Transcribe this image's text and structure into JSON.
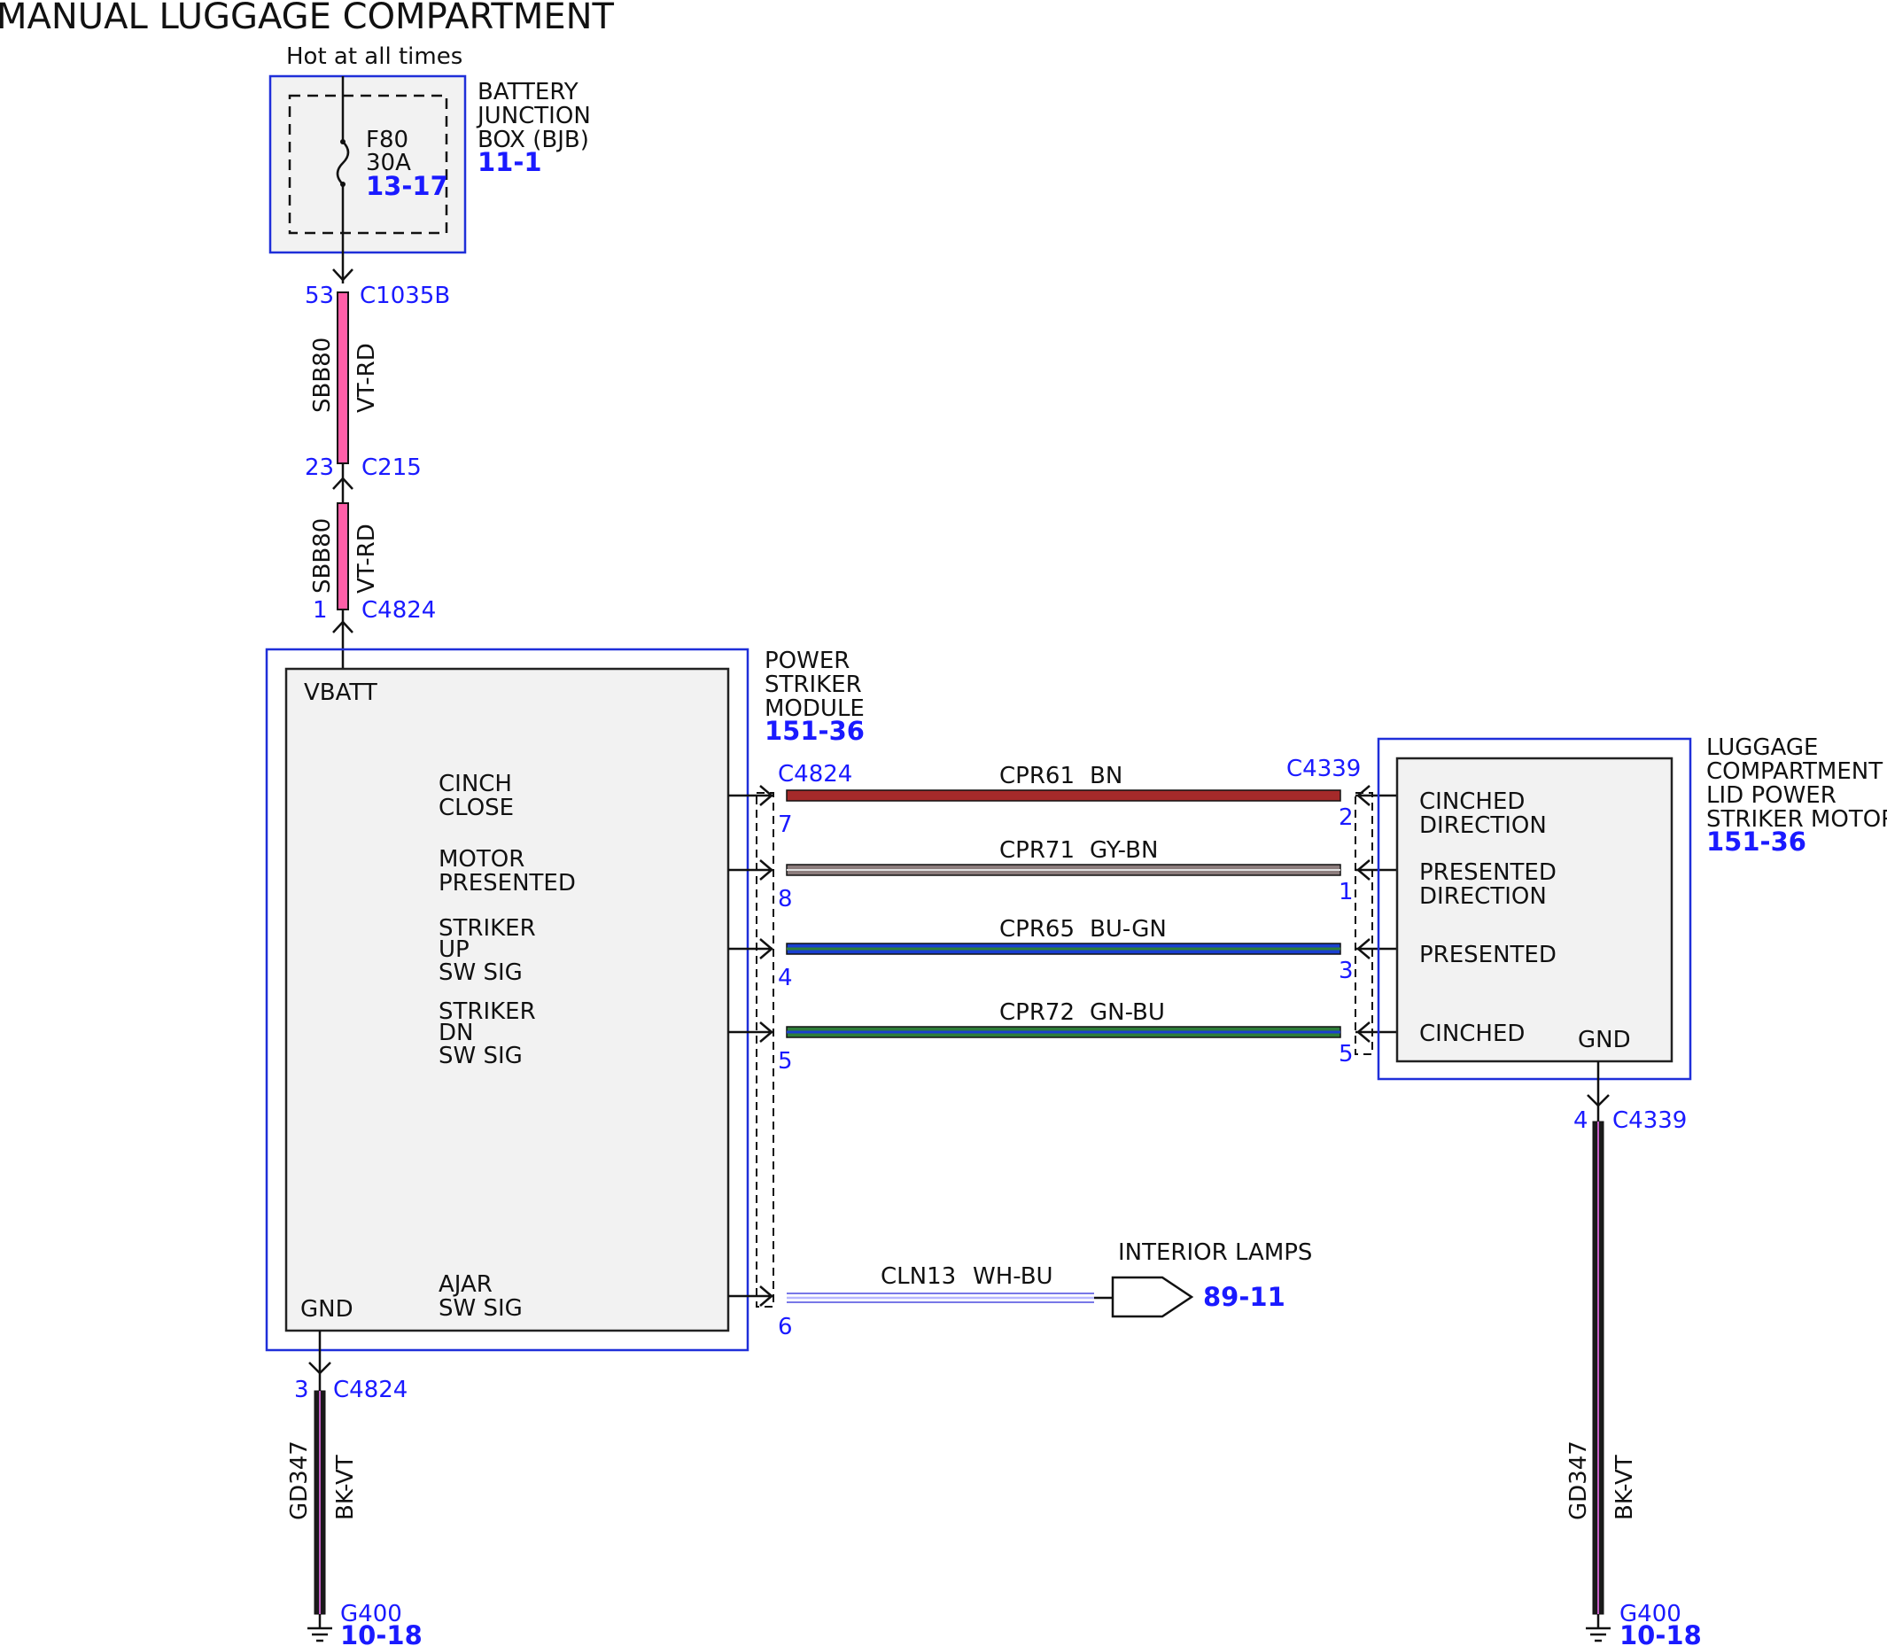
{
  "title": "MANUAL LUGGAGE COMPARTMENT",
  "power_note": "Hot at all times",
  "bjb": {
    "name_lines": [
      "BATTERY",
      "JUNCTION",
      "BOX (BJB)"
    ],
    "ref": "11-1",
    "fuse_name": "F80",
    "fuse_rating": "30A",
    "fuse_ref": "13-17"
  },
  "feed": {
    "c1035b_pin": "53",
    "c1035b": "C1035B",
    "c215_pin": "23",
    "c215": "C215",
    "c4824_pin": "1",
    "c4824": "C4824",
    "circuit": "SBB80",
    "color": "VT-RD"
  },
  "striker_module": {
    "name_lines": [
      "POWER",
      "STRIKER",
      "MODULE"
    ],
    "ref": "151-36",
    "vbatt": "VBATT",
    "gnd": "GND",
    "signals": [
      [
        "CINCH",
        "CLOSE"
      ],
      [
        "MOTOR",
        "PRESENTED"
      ],
      [
        "STRIKER",
        "UP",
        "SW SIG"
      ],
      [
        "STRIKER",
        "DN",
        "SW SIG"
      ],
      [
        "AJAR",
        "SW SIG"
      ]
    ]
  },
  "motor": {
    "name_lines": [
      "LUGGAGE",
      "COMPARTMENT",
      "LID POWER",
      "STRIKER MOTOR"
    ],
    "ref": "151-36",
    "gnd": "GND",
    "signals": [
      [
        "CINCHED",
        "DIRECTION"
      ],
      [
        "PRESENTED",
        "DIRECTION"
      ],
      [
        "PRESENTED"
      ],
      [
        "CINCHED"
      ]
    ]
  },
  "harness": {
    "left_connector": "C4824",
    "right_connector": "C4339",
    "wires": [
      {
        "circuit": "CPR61",
        "color": "BN",
        "left_pin": "7",
        "right_pin": "2",
        "stripe": "#a52a2a"
      },
      {
        "circuit": "CPR71",
        "color": "GY-BN",
        "left_pin": "8",
        "right_pin": "1",
        "stripe": "#8c7d7d"
      },
      {
        "circuit": "CPR65",
        "color": "BU-GN",
        "left_pin": "4",
        "right_pin": "3",
        "stripe": "#1a3fd0"
      },
      {
        "circuit": "CPR72",
        "color": "GN-BU",
        "left_pin": "5",
        "right_pin": "5",
        "stripe": "#2e7d3a"
      }
    ]
  },
  "ajar": {
    "pin": "6",
    "circuit": "CLN13",
    "color": "WH-BU",
    "dest_name": "INTERIOR LAMPS",
    "dest_ref": "89-11"
  },
  "ground_left": {
    "pin": "3",
    "connector": "C4824",
    "circuit": "GD347",
    "color": "BK-VT",
    "ground": "G400",
    "ground_ref": "10-18"
  },
  "ground_right": {
    "pin": "4",
    "connector": "C4339",
    "circuit": "GD347",
    "color": "BK-VT",
    "ground": "G400",
    "ground_ref": "10-18"
  },
  "colors": {
    "outline_blue": "#1f2fd9",
    "label_blue": "#1a1aff",
    "vt_rd": "#ff5fa8",
    "bk_vt": "#1a1a1a"
  }
}
